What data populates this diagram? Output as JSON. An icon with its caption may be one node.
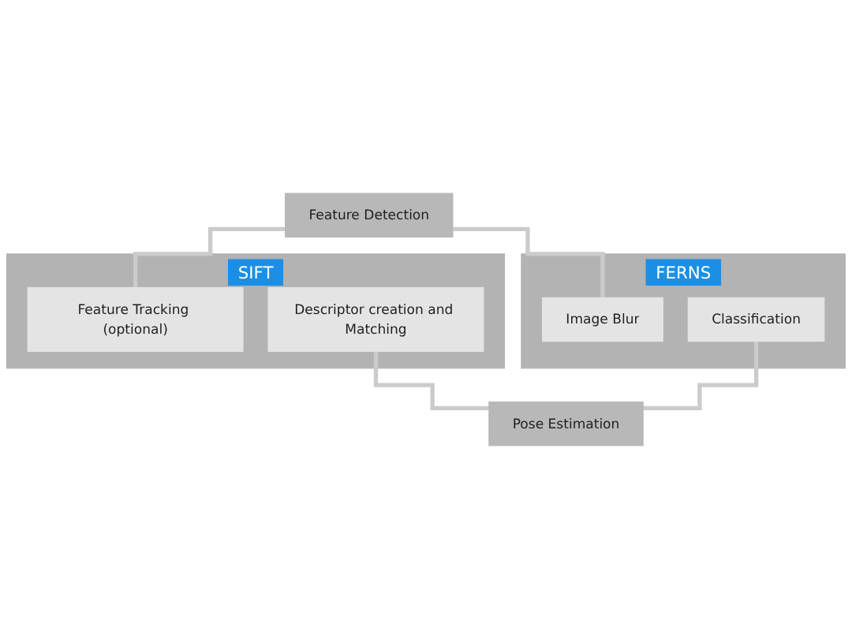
{
  "diagram": {
    "nodes": [
      {
        "text": [
          "Feature Detection"
        ]
      },
      {
        "text": [
          "SIFT"
        ]
      },
      {
        "text": [
          "Feature Tracking (optional)"
        ],
        "in": 1
      },
      {
        "text": [
          "Descriptor creation and Matching"
        ],
        "in": 1
      },
      {
        "text": [
          "FERNS"
        ]
      },
      {
        "text": [
          "Image Blur"
        ],
        "in": 4
      },
      {
        "text": [
          "Classification"
        ],
        "in": 4
      },
      {
        "text": [
          "Pose Estimation"
        ]
      }
    ],
    "edges": [
      {
        "from": 0,
        "to": 2,
        "arrow": "none"
      },
      {
        "from": 0,
        "to": 5,
        "arrow": "none"
      },
      {
        "from": 3,
        "to": 7,
        "arrow": "none"
      },
      {
        "from": 6,
        "to": 7,
        "arrow": "none"
      }
    ]
  }
}
